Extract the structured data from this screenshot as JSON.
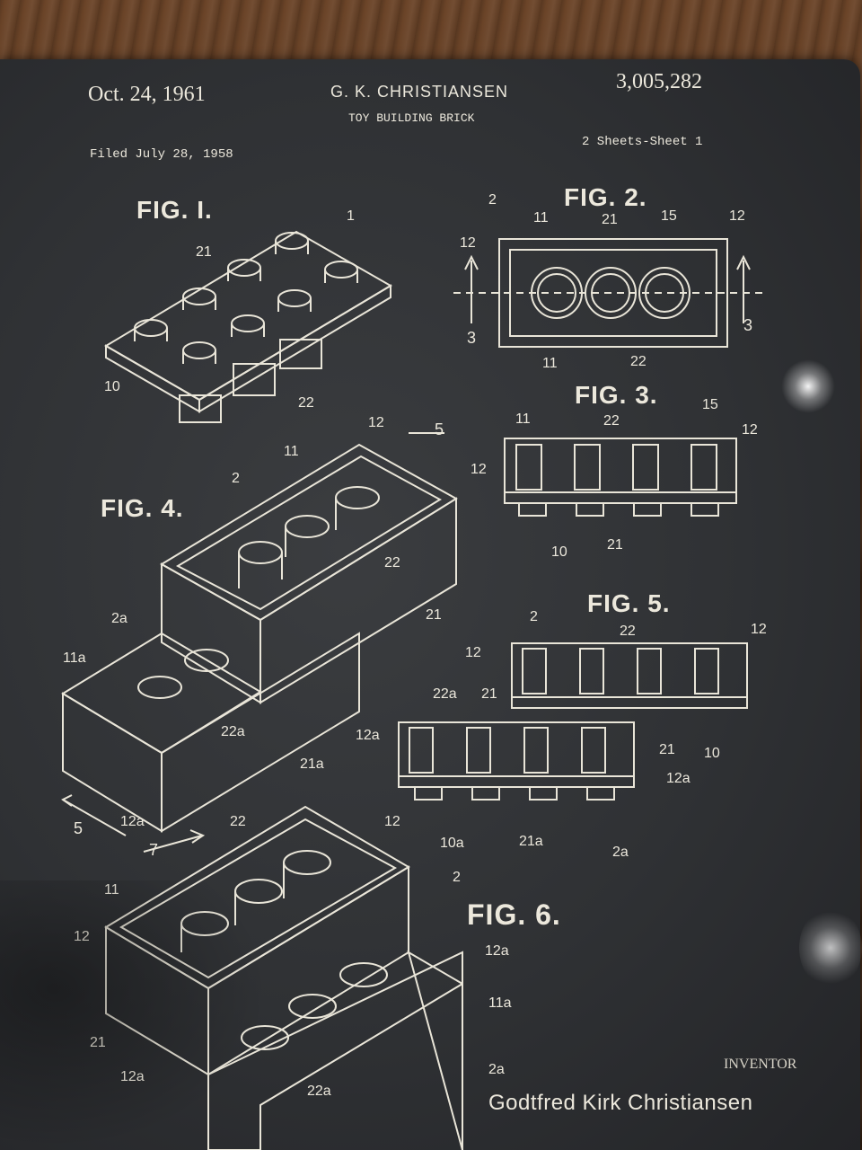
{
  "header": {
    "date": "Oct. 24, 1961",
    "inventor_name": "G. K. CHRISTIANSEN",
    "patent_number": "3,005,282",
    "title": "TOY BUILDING BRICK",
    "filed": "Filed July 28, 1958",
    "sheets": "2 Sheets-Sheet 1"
  },
  "figures": {
    "fig1": "FIG. I.",
    "fig2": "FIG. 2.",
    "fig3": "FIG. 3.",
    "fig4": "FIG. 4.",
    "fig5": "FIG. 5.",
    "fig6": "FIG. 6."
  },
  "refs": {
    "r1": "1",
    "r21a": "21",
    "r10": "10",
    "r22a": "22",
    "f2_2": "2",
    "f2_11": "11",
    "f2_21": "21",
    "f2_15": "15",
    "f2_12a": "12",
    "f2_12b": "12",
    "f2_3a": "3",
    "f2_3b": "3",
    "f2_11b": "11",
    "f2_22": "22",
    "f3_11": "11",
    "f3_22": "22",
    "f3_15": "15",
    "f3_12a": "12",
    "f3_12b": "12",
    "f3_10": "10",
    "f3_21": "21",
    "f4_12": "12",
    "f4_5a": "5",
    "f4_11": "11",
    "f4_2": "2",
    "f4_22": "22",
    "f4_21": "21",
    "f4_2a": "2a",
    "f4_11a": "11a",
    "f4_22a": "22a",
    "f4_21a": "21a",
    "f4_12a": "12a",
    "f4_5b": "5",
    "f5_2": "2",
    "f5_22": "22",
    "f5_12": "12",
    "f5_12b": "12",
    "f5_22a": "22a",
    "f5_21": "21",
    "f5_12a": "12a",
    "f5_21b": "21",
    "f5_10": "10",
    "f5_12a2": "12a",
    "f5_10a": "10a",
    "f5_21a": "21a",
    "f5_2a": "2a",
    "f6_22": "22",
    "f6_12": "12",
    "f6_7": "7",
    "f6_2": "2",
    "f6_11": "11",
    "f6_12b": "12",
    "f6_12a": "12a",
    "f6_11a": "11a",
    "f6_21": "21",
    "f6_12a2": "12a",
    "f6_22a": "22a",
    "f6_2a": "2a"
  },
  "footer": {
    "inventor_label": "INVENTOR",
    "inventor_full": "Godtfred Kirk Christiansen"
  }
}
